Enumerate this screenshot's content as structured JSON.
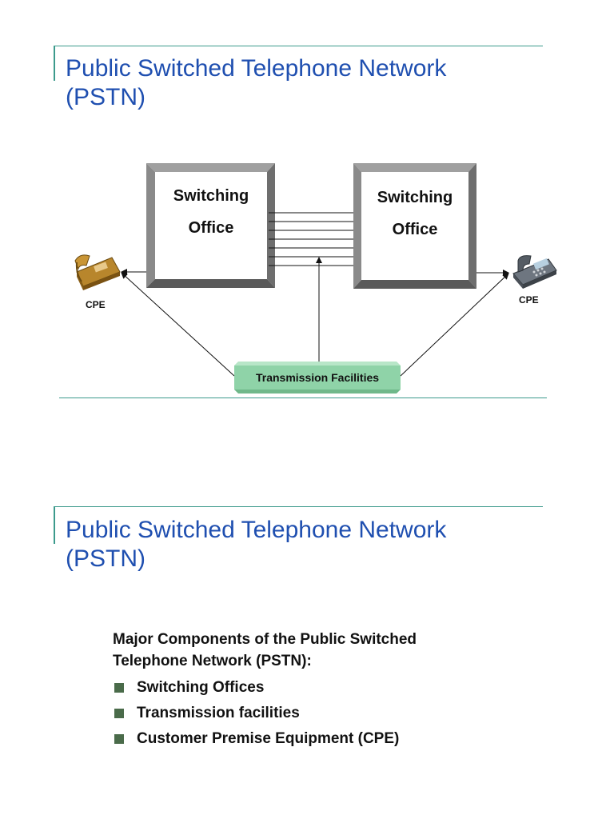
{
  "slides": [
    {
      "title_line1": "Public Switched Telephone Network",
      "title_line2": "(PSTN)",
      "diagram": {
        "switching_office_left": {
          "line1": "Switching",
          "line2": "Office"
        },
        "switching_office_right": {
          "line1": "Switching",
          "line2": "Office"
        },
        "cpe_left_label": "CPE",
        "cpe_right_label": "CPE",
        "transmission_label": "Transmission Facilities",
        "colors": {
          "box_shadow": "#7a7a7a",
          "transmission_fill": "#8fd3a8",
          "accent": "#3c9a8c"
        },
        "icons": [
          "desk-phone-icon",
          "office-phone-icon"
        ]
      }
    },
    {
      "title_line1": "Public Switched Telephone Network",
      "title_line2": "(PSTN)",
      "heading_line1": "Major Components of the Public Switched",
      "heading_line2": "Telephone Network (PSTN):",
      "items": [
        "Switching Offices",
        "Transmission facilities",
        "Customer Premise Equipment (CPE)"
      ]
    }
  ]
}
